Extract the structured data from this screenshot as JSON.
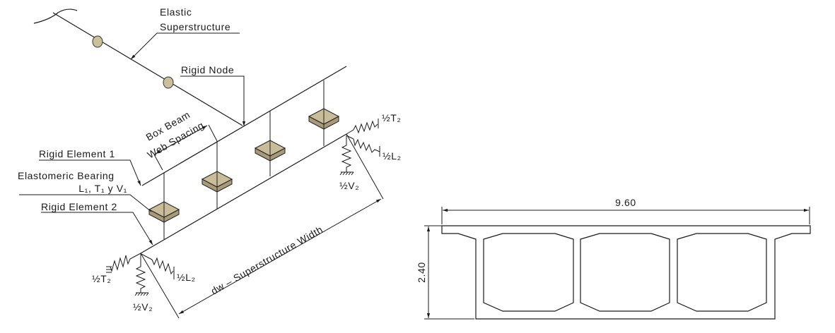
{
  "model_diagram": {
    "labels": {
      "elastic": "Elastic",
      "superstructure": "Superstructure",
      "rigid_node": "Rigid  Node",
      "box_beam": "Box  Beam",
      "web_spacing": "Web  Spacing",
      "rigid_element_1": "Rigid  Element  1",
      "elastomeric_bearing": "Elastomeric  Bearing",
      "bearing_springs": "L₁,  T₁  y  V₁",
      "rigid_element_2": "Rigid  Element  2",
      "width_dimension": "dw  –  Superstructure  Width"
    },
    "springs": {
      "right_t": "½T₂",
      "right_l": "½L₂",
      "right_v": "½V₂",
      "left_t": "½T₂",
      "left_l": "½L₂",
      "left_v": "½V₂"
    },
    "node_color": "#cbbf9c",
    "bearing_color": "#c9bc98"
  },
  "cross_section": {
    "width_label": "9.60",
    "height_label": "2.40",
    "cells": 3
  }
}
